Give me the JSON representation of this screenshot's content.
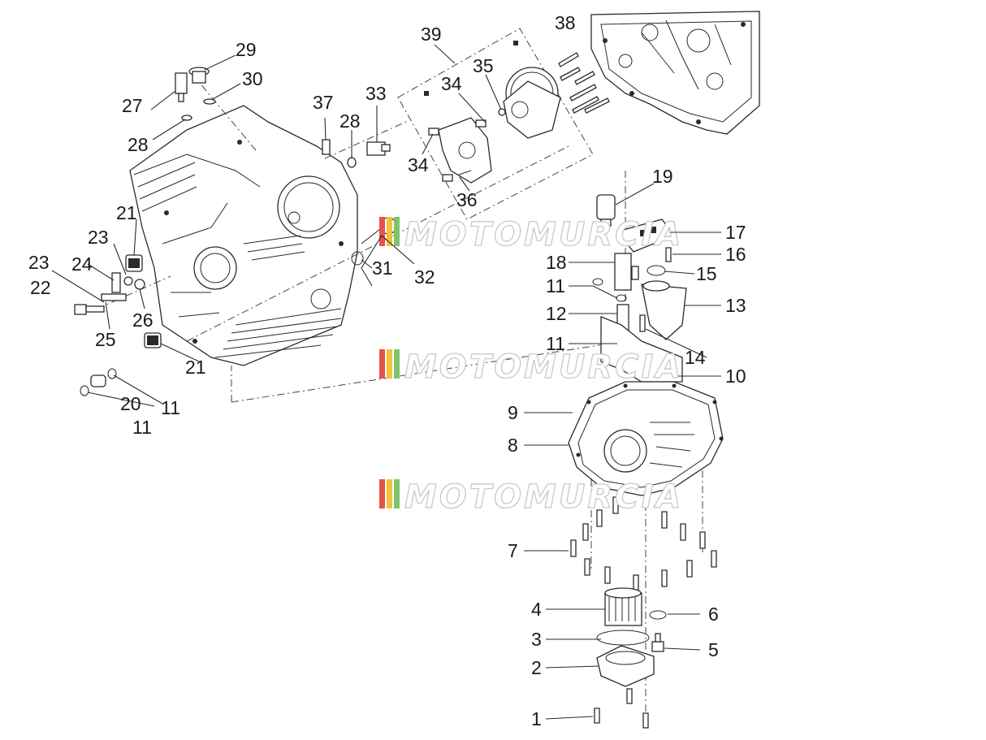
{
  "diagram": {
    "callouts": [
      {
        "id": "c1",
        "text": "1"
      },
      {
        "id": "c2",
        "text": "2"
      },
      {
        "id": "c3",
        "text": "3"
      },
      {
        "id": "c4",
        "text": "4"
      },
      {
        "id": "c5",
        "text": "5"
      },
      {
        "id": "c6",
        "text": "6"
      },
      {
        "id": "c7",
        "text": "7"
      },
      {
        "id": "c8",
        "text": "8"
      },
      {
        "id": "c9",
        "text": "9"
      },
      {
        "id": "c10",
        "text": "10"
      },
      {
        "id": "c11a",
        "text": "11"
      },
      {
        "id": "c11b",
        "text": "11"
      },
      {
        "id": "c11c",
        "text": "11"
      },
      {
        "id": "c11d",
        "text": "11"
      },
      {
        "id": "c12",
        "text": "12"
      },
      {
        "id": "c13",
        "text": "13"
      },
      {
        "id": "c14",
        "text": "14"
      },
      {
        "id": "c15",
        "text": "15"
      },
      {
        "id": "c16",
        "text": "16"
      },
      {
        "id": "c17",
        "text": "17"
      },
      {
        "id": "c18",
        "text": "18"
      },
      {
        "id": "c19",
        "text": "19"
      },
      {
        "id": "c20",
        "text": "20"
      },
      {
        "id": "c21a",
        "text": "21"
      },
      {
        "id": "c21b",
        "text": "21"
      },
      {
        "id": "c22",
        "text": "22"
      },
      {
        "id": "c23a",
        "text": "23"
      },
      {
        "id": "c23b",
        "text": "23"
      },
      {
        "id": "c24",
        "text": "24"
      },
      {
        "id": "c25",
        "text": "25"
      },
      {
        "id": "c26",
        "text": "26"
      },
      {
        "id": "c27",
        "text": "27"
      },
      {
        "id": "c28a",
        "text": "28"
      },
      {
        "id": "c28b",
        "text": "28"
      },
      {
        "id": "c29",
        "text": "29"
      },
      {
        "id": "c30",
        "text": "30"
      },
      {
        "id": "c31",
        "text": "31"
      },
      {
        "id": "c32",
        "text": "32"
      },
      {
        "id": "c33",
        "text": "33"
      },
      {
        "id": "c34a",
        "text": "34"
      },
      {
        "id": "c34b",
        "text": "34"
      },
      {
        "id": "c35",
        "text": "35"
      },
      {
        "id": "c36",
        "text": "36"
      },
      {
        "id": "c37",
        "text": "37"
      },
      {
        "id": "c38",
        "text": "38"
      },
      {
        "id": "c39",
        "text": "39"
      }
    ]
  },
  "watermark": {
    "text": "MOTOMURCIA",
    "colors": [
      "#e5534b",
      "#f3c23a",
      "#7fc36b"
    ]
  }
}
